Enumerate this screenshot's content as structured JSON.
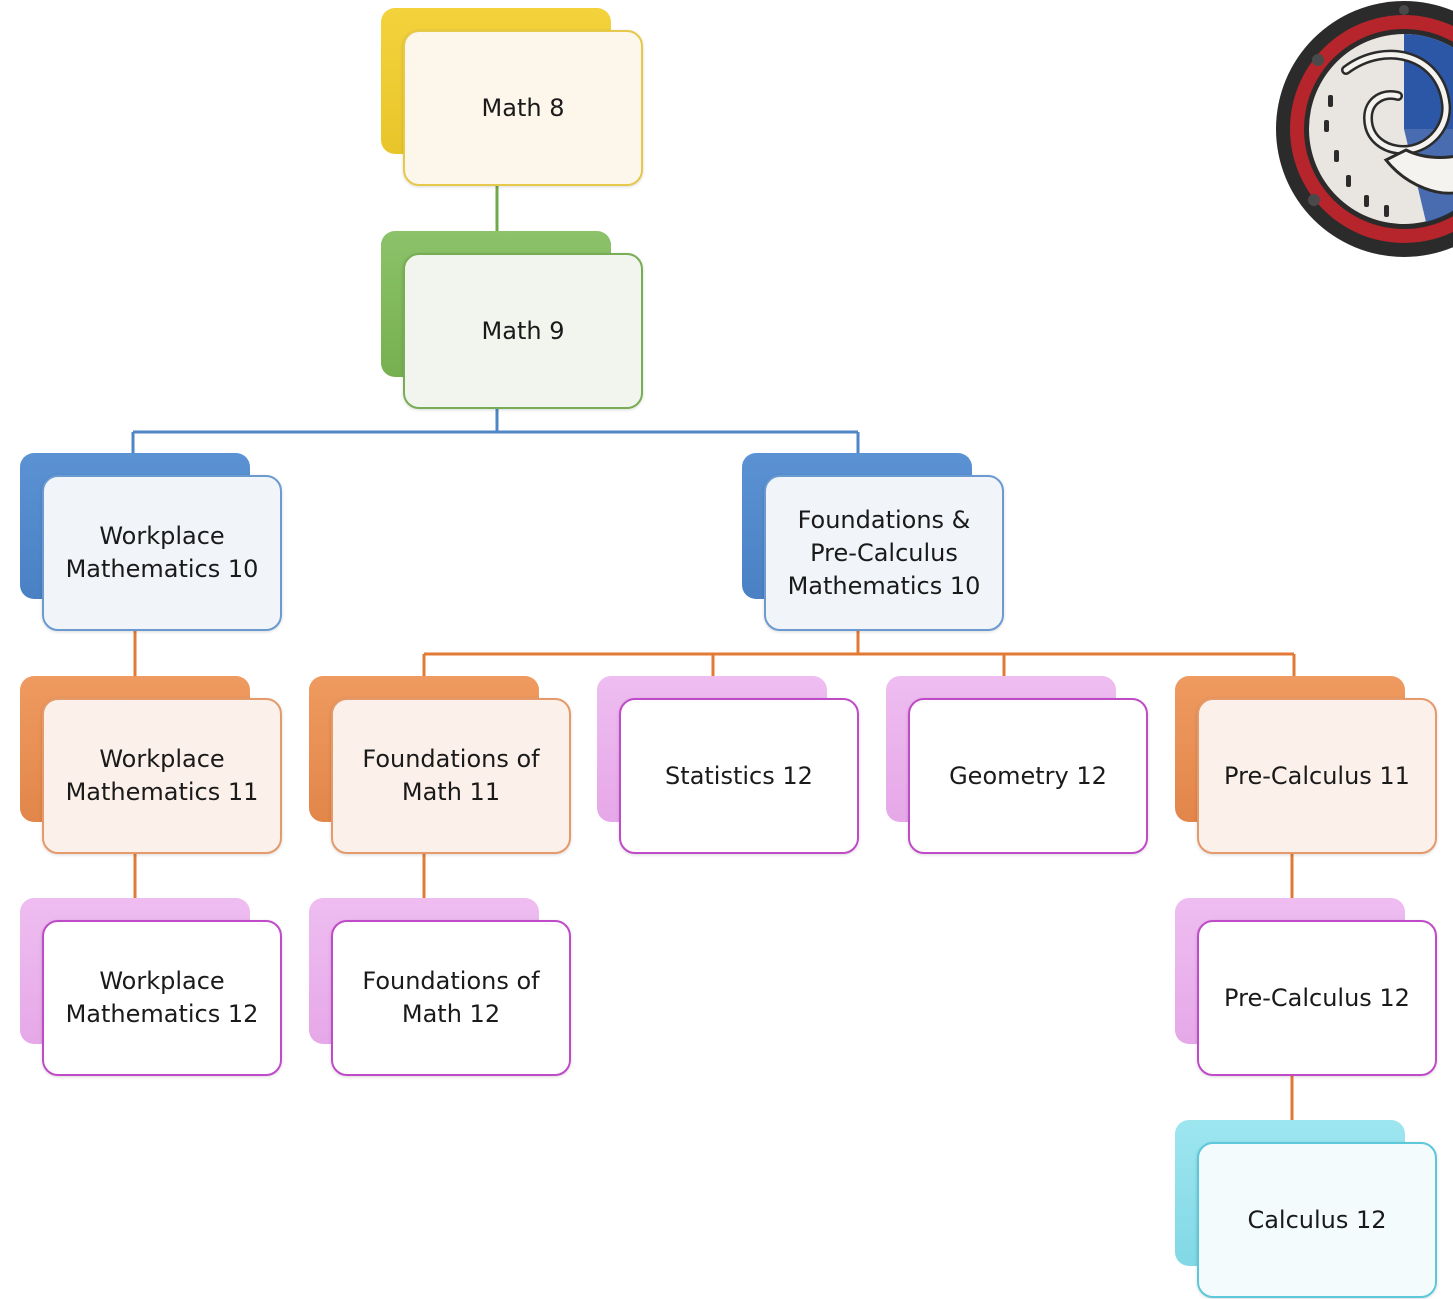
{
  "nodes": {
    "math8": "Math 8",
    "math9": "Math 9",
    "wm10": "Workplace\nMathematics 10",
    "fpc10": "Foundations &\nPre-Calculus\nMathematics 10",
    "wm11": "Workplace\nMathematics 11",
    "fom11": "Foundations of\nMath 11",
    "stats12": "Statistics 12",
    "geo12": "Geometry 12",
    "pc11": "Pre-Calculus 11",
    "wm12": "Workplace\nMathematics 12",
    "fom12": "Foundations of\nMath 12",
    "pc12": "Pre-Calculus 12",
    "calc12": "Calculus 12"
  },
  "colors": {
    "connector_green": "#70a84a",
    "connector_blue": "#4f86c6",
    "connector_orange": "#e27a35",
    "logo_red": "#b5252b",
    "logo_dark": "#2b2b2b",
    "logo_blue": "#2c56a6"
  },
  "logo_icon": "school-crest-icon"
}
